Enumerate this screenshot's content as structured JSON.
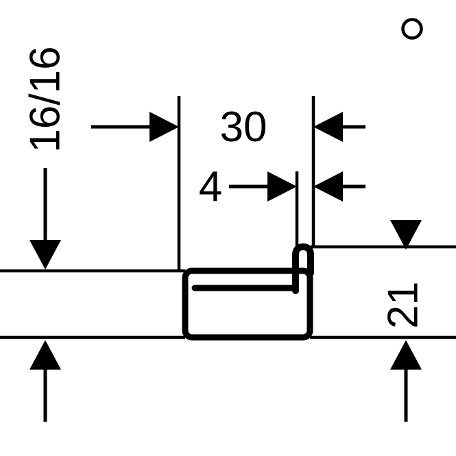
{
  "drawing": {
    "kind": "profile-cross-section-dimension-drawing",
    "colors": {
      "line": "#000000",
      "background": "#ffffff"
    },
    "dimensions": {
      "height_left": "16/16",
      "width_top": "30",
      "lip_width": "4",
      "height_right": "21"
    },
    "badge": {
      "shape": "circle-outline"
    }
  }
}
